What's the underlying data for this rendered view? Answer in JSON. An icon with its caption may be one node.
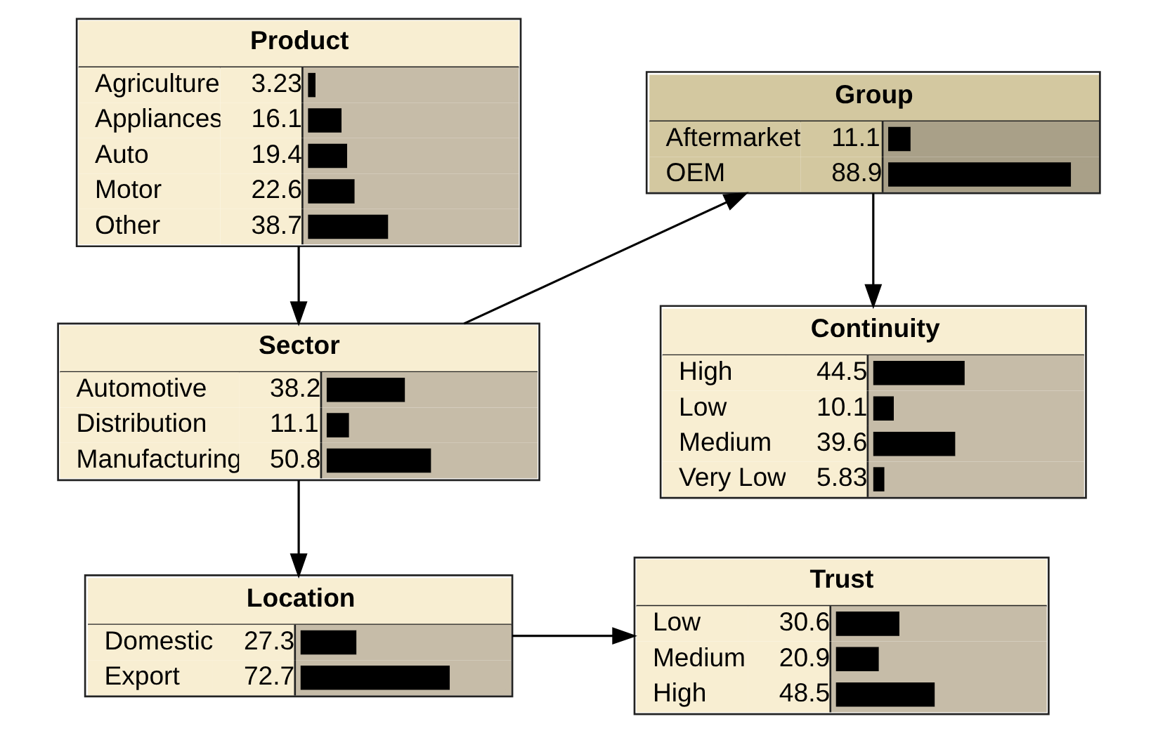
{
  "diagram": {
    "nodes": [
      {
        "text": [
          "Product",
          "Agriculture",
          "3.23",
          "Appliances",
          "16.1",
          "Auto",
          "19.4",
          "Motor",
          "22.6",
          "Other",
          "38.7"
        ]
      },
      {
        "text": [
          "Group",
          "Aftermarket",
          "11.1",
          "OEM",
          "88.9"
        ]
      },
      {
        "text": [
          "Sector",
          "Automotive",
          "38.2",
          "Distribution",
          "11.1",
          "Manufacturing",
          "50.8"
        ]
      },
      {
        "text": [
          "Continuity",
          "High",
          "44.5",
          "Low",
          "10.1",
          "Medium",
          "39.6",
          "Very Low",
          "5.83"
        ]
      },
      {
        "text": [
          "Location",
          "Domestic",
          "27.3",
          "Export",
          "72.7"
        ]
      },
      {
        "text": [
          "Trust",
          "Low",
          "30.6",
          "Medium",
          "20.9",
          "High",
          "48.5"
        ]
      }
    ],
    "edges": [
      {
        "from": 0,
        "to": 2,
        "arrow": "to"
      },
      {
        "from": 2,
        "to": 1,
        "arrow": "to"
      },
      {
        "from": 1,
        "to": 3,
        "arrow": "to"
      },
      {
        "from": 2,
        "to": 4,
        "arrow": "to"
      },
      {
        "from": 4,
        "to": 5,
        "arrow": "to"
      }
    ]
  }
}
